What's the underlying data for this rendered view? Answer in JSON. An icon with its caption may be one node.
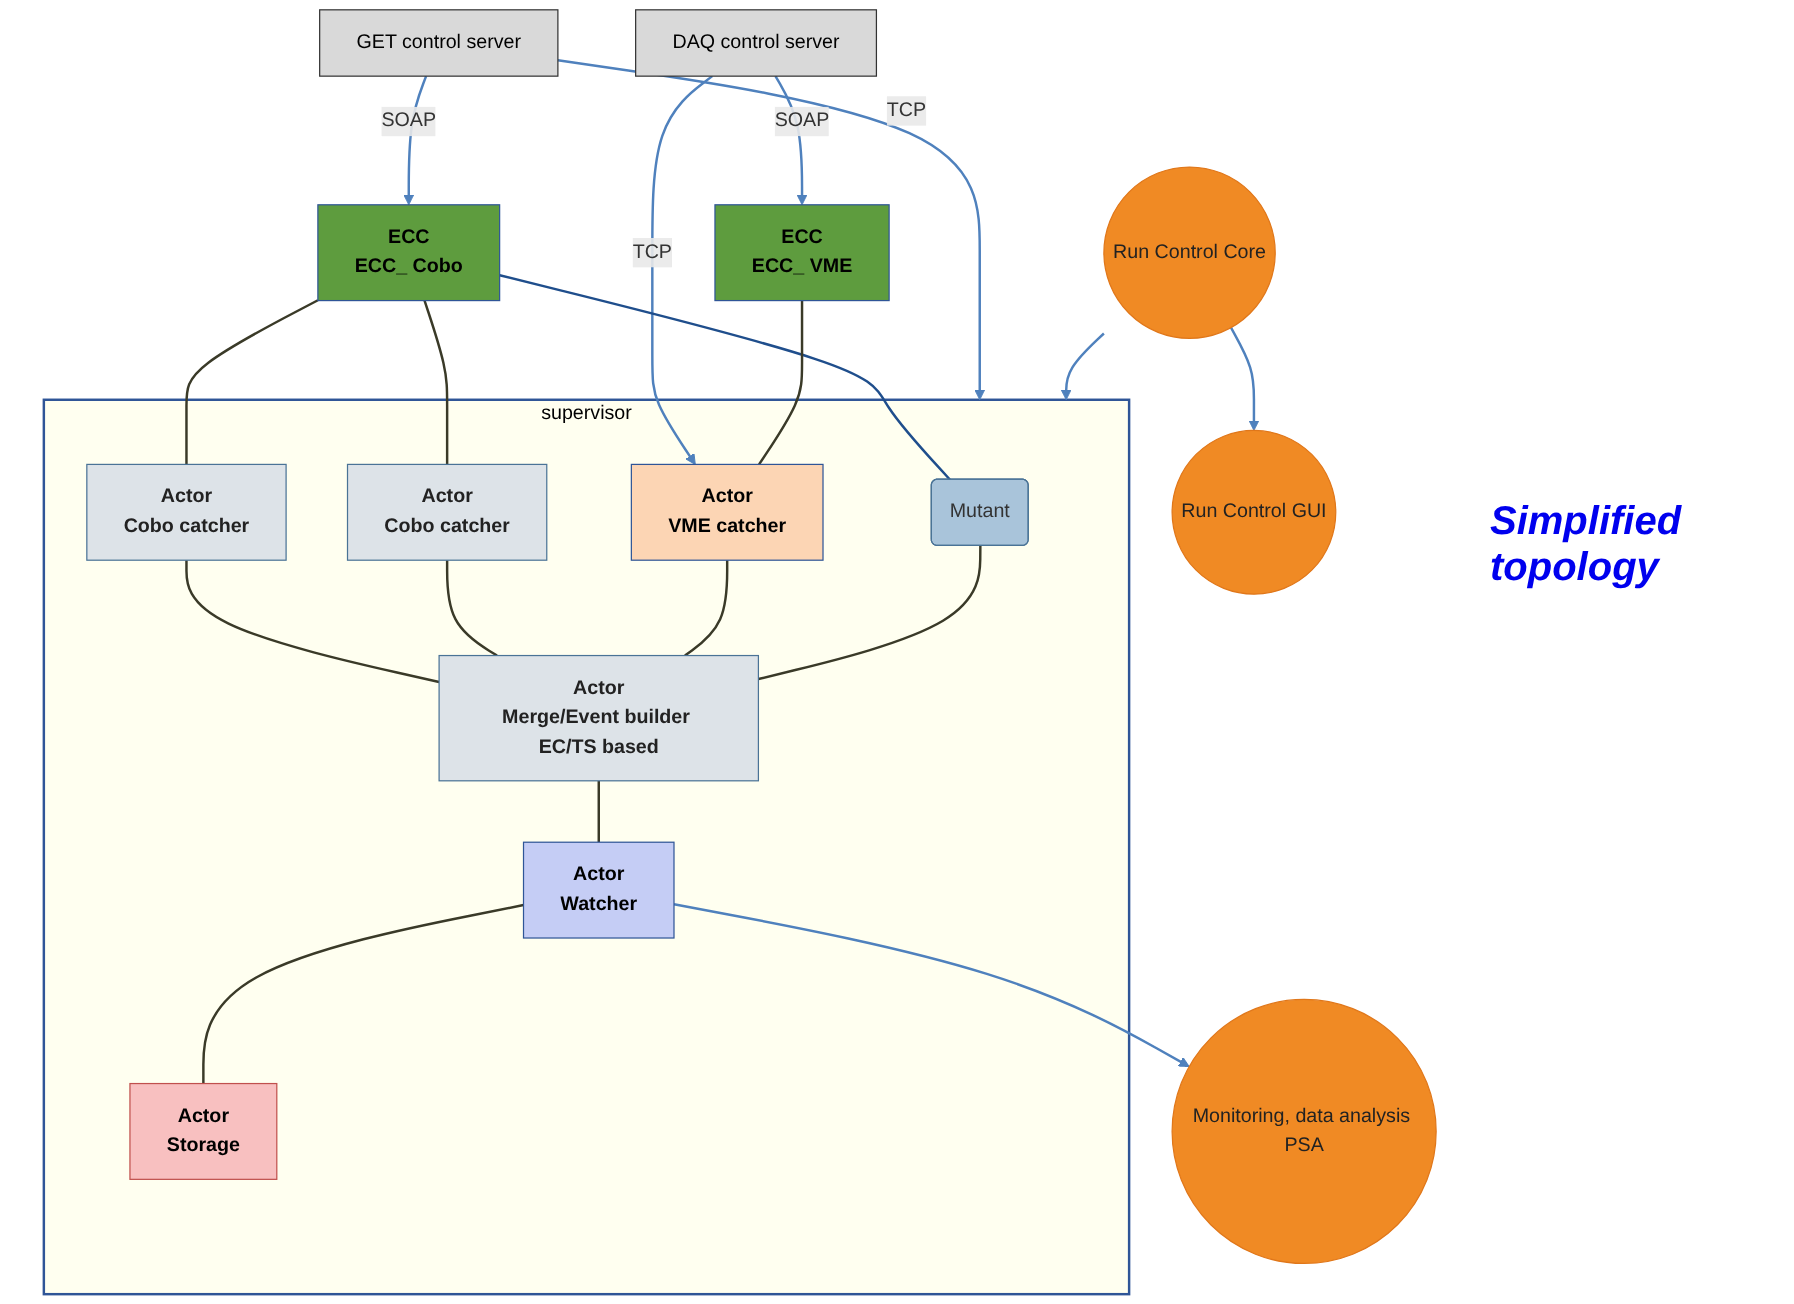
{
  "diagram": {
    "nodes": [
      {
        "text": [
          "GET control server"
        ]
      },
      {
        "text": [
          "ECC",
          "ECC_ Cobo"
        ]
      },
      {
        "text": [
          "ECC",
          "ECC_ VME"
        ]
      },
      {
        "text": [
          "DAQ control server"
        ]
      },
      {
        "text": [
          "supervisor"
        ]
      },
      {
        "text": [
          "Mutant"
        ],
        "in": 4
      },
      {
        "text": [
          "Actor",
          "Cobo catcher"
        ],
        "in": 4
      },
      {
        "text": [
          "Actor",
          "Cobo catcher"
        ],
        "in": 4
      },
      {
        "text": [
          "Actor",
          "VME catcher"
        ],
        "in": 4
      },
      {
        "text": [
          "Run Control Core"
        ]
      },
      {
        "text": [
          "Actor",
          "Merge/Event builder EC/TS based"
        ],
        "in": 4
      },
      {
        "text": [
          "Monitoring, data analysis PSA"
        ]
      },
      {
        "text": [
          "Actor",
          "Watcher"
        ],
        "in": 4
      },
      {
        "text": [
          "Run Control GUI"
        ]
      },
      {
        "text": [
          "Actor",
          "Storage"
        ],
        "in": 4
      }
    ],
    "edges": [
      {
        "from": 0,
        "to": 1,
        "arrow": "to",
        "label": "SOAP",
        "color": "#4f81bd"
      },
      {
        "from": 0,
        "to": 4,
        "arrow": "to",
        "label": "TCP",
        "color": "#4f81bd"
      },
      {
        "from": 3,
        "to": 2,
        "arrow": "to",
        "label": "SOAP",
        "color": "#4f81bd"
      },
      {
        "from": 3,
        "to": 8,
        "arrow": "to",
        "label": "TCP",
        "color": "#4f81bd"
      },
      {
        "from": 1,
        "to": 5,
        "arrow": "none",
        "color": "#1f4e8c"
      },
      {
        "from": 1,
        "to": 6,
        "arrow": "none"
      },
      {
        "from": 1,
        "to": 7,
        "arrow": "none"
      },
      {
        "from": 2,
        "to": 8,
        "arrow": "none"
      },
      {
        "from": 6,
        "to": 10,
        "arrow": "none"
      },
      {
        "from": 7,
        "to": 10,
        "arrow": "none"
      },
      {
        "from": 8,
        "to": 10,
        "arrow": "none"
      },
      {
        "from": 5,
        "to": 10,
        "arrow": "none"
      },
      {
        "from": 10,
        "to": 12,
        "arrow": "none"
      },
      {
        "from": 12,
        "to": 14,
        "arrow": "none"
      },
      {
        "from": 12,
        "to": 11,
        "arrow": "to",
        "color": "#4f81bd"
      },
      {
        "from": 9,
        "to": 4,
        "arrow": "to",
        "color": "#4f81bd"
      },
      {
        "from": 9,
        "to": 13,
        "arrow": "to",
        "color": "#4f81bd"
      }
    ],
    "labels": [
      "Simplified topology"
    ]
  }
}
